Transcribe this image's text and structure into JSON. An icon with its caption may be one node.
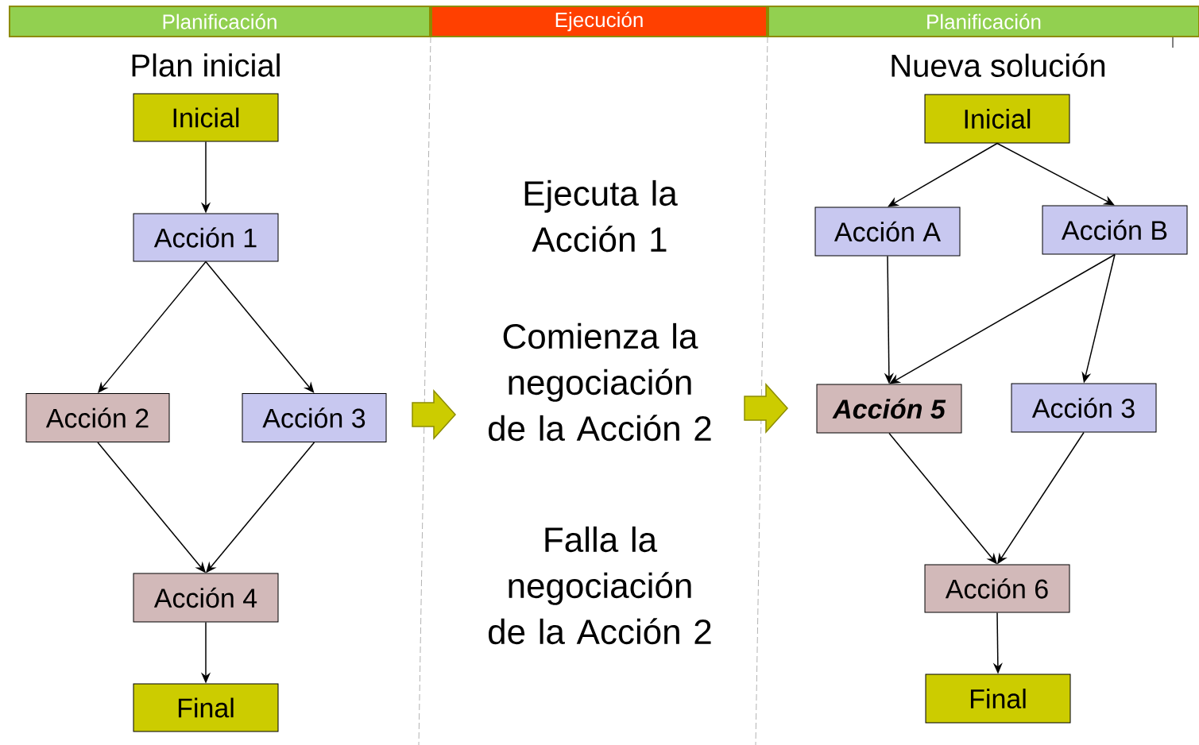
{
  "diagram": {
    "nodes": [
      {
        "text": [
          "Planificación"
        ]
      },
      {
        "text": [
          "Ejecución"
        ]
      },
      {
        "text": [
          "Planificación"
        ]
      },
      {
        "text": [
          "Inicial"
        ]
      },
      {
        "text": [
          "Acción 1"
        ]
      },
      {
        "text": [
          "Acción 2"
        ]
      },
      {
        "text": [
          "Acción 3"
        ]
      },
      {
        "text": [
          "Acción 4"
        ]
      },
      {
        "text": [
          "Final"
        ]
      },
      {
        "text": [
          "Inicial"
        ]
      },
      {
        "text": [
          "Acción A"
        ]
      },
      {
        "text": [
          "Acción B"
        ]
      },
      {
        "text": [
          "Acción 5"
        ]
      },
      {
        "text": [
          "Acción 3"
        ]
      },
      {
        "text": [
          "Acción 6"
        ]
      },
      {
        "text": [
          "Final"
        ]
      }
    ],
    "edges": [
      {
        "from": 3,
        "to": 4,
        "arrow": "to"
      },
      {
        "from": 4,
        "to": 5,
        "arrow": "to"
      },
      {
        "from": 4,
        "to": 6,
        "arrow": "to"
      },
      {
        "from": 5,
        "to": 7,
        "arrow": "to"
      },
      {
        "from": 6,
        "to": 7,
        "arrow": "to"
      },
      {
        "from": 7,
        "to": 8,
        "arrow": "to"
      },
      {
        "from": 9,
        "to": 10,
        "arrow": "to"
      },
      {
        "from": 9,
        "to": 11,
        "arrow": "to"
      },
      {
        "from": 10,
        "to": 12,
        "arrow": "to"
      },
      {
        "from": 11,
        "to": 12,
        "arrow": "to"
      },
      {
        "from": 11,
        "to": 13,
        "arrow": "to"
      },
      {
        "from": 12,
        "to": 14,
        "arrow": "to"
      },
      {
        "from": 13,
        "to": 14,
        "arrow": "to"
      },
      {
        "from": 14,
        "to": 15,
        "arrow": "to"
      }
    ],
    "labels": [
      "Plan inicial",
      "Nueva solución",
      "Ejecuta la Acción 1",
      "Comienza la negociación de la Acción 2",
      "Falla la negociación de la Acción 2"
    ]
  }
}
